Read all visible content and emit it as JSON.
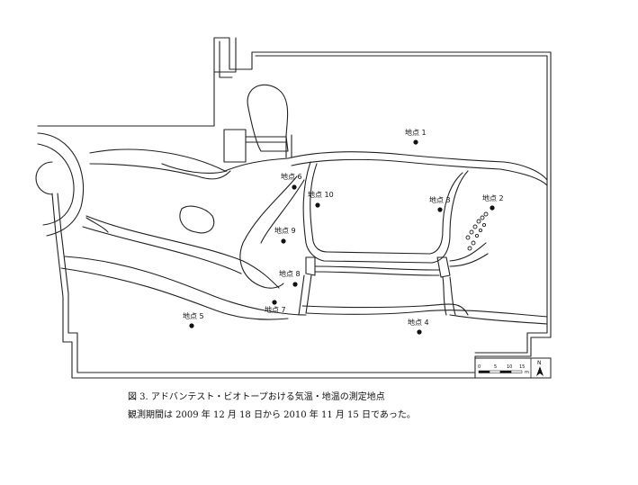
{
  "caption": {
    "line1": "図 3. アドバンテスト・ビオトープおける気温・地温の測定地点",
    "line2": "観測期間は 2009 年 12 月 18 日から 2010 年 11 月 15 日であった。"
  },
  "points": [
    {
      "label": "地点 1"
    },
    {
      "label": "地点 2"
    },
    {
      "label": "地点 3"
    },
    {
      "label": "地点 4"
    },
    {
      "label": "地点 5"
    },
    {
      "label": "地点 6"
    },
    {
      "label": "地点 7"
    },
    {
      "label": "地点 8"
    },
    {
      "label": "地点 9"
    },
    {
      "label": "地点 10"
    }
  ],
  "scale": {
    "ticks": [
      "0",
      "5",
      "10",
      "15"
    ],
    "unit": "m"
  },
  "north": {
    "label": "N"
  }
}
